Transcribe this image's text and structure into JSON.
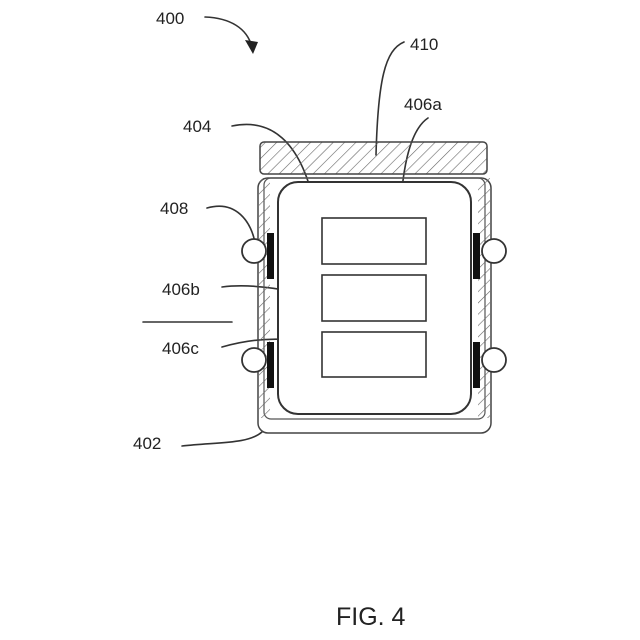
{
  "figure": {
    "caption": "FIG. 4",
    "labels": {
      "l400": "400",
      "l410": "410",
      "l406a": "406a",
      "l404": "404",
      "l408": "408",
      "l406b": "406b",
      "l406c": "406c",
      "l402": "402"
    }
  }
}
